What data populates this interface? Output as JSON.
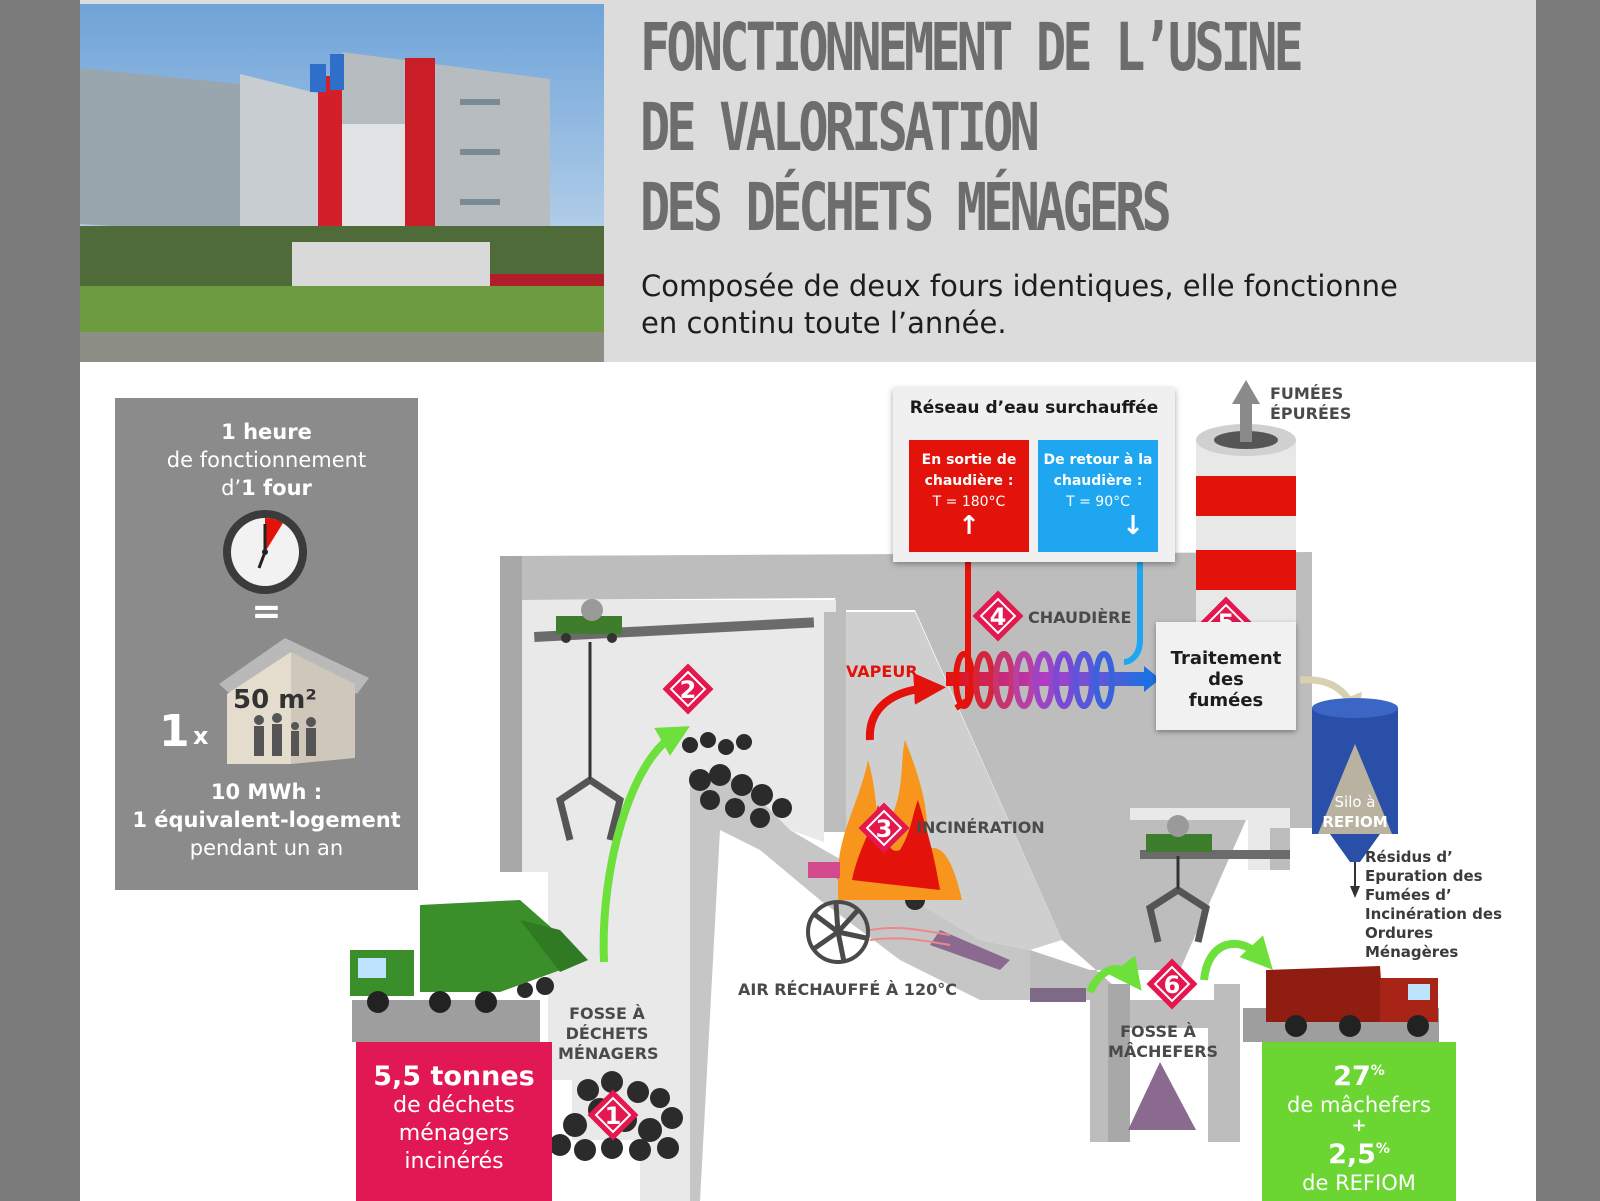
{
  "header": {
    "title_lines": [
      "FONCTIONNEMENT DE L’USINE",
      "DE VALORISATION",
      "DES DÉCHETS MÉNAGERS"
    ],
    "subtitle_lines": [
      "Composée de deux fours identiques, elle fonctionne",
      "en continu toute l’année."
    ]
  },
  "equivalence": {
    "line1": "1 heure",
    "line2": "de fonctionnement",
    "line3_prefix": "d’",
    "line3_bold": "1 four",
    "equals": "=",
    "multiplier": "1",
    "times": "x",
    "area": "50 m²",
    "mwh": "10 MWh :",
    "logement": "1 équivalent-logement",
    "duration": "pendant un an"
  },
  "reseau": {
    "title": "Réseau d’eau surchauffée",
    "sortie_lines": [
      "En sortie de",
      "chaudière :",
      "T = 180°C"
    ],
    "retour_lines": [
      "De retour à la",
      "chaudière :",
      "T = 90°C"
    ]
  },
  "labels": {
    "fumees_lines": [
      "FUMÉES",
      "ÉPURÉES"
    ],
    "chaudiere": "CHAUDIÈRE",
    "vapeur": "VAPEUR",
    "incineration": "INCINÉRATION",
    "air": "AIR RÉCHAUFFÉ À 120°C",
    "fosse_dechets_lines": [
      "FOSSE À",
      "DÉCHETS",
      "MÉNAGERS"
    ],
    "fosse_machefers_lines": [
      "FOSSE À",
      "MÂCHEFERS"
    ],
    "traitement_lines": [
      "Traitement",
      "des",
      "fumées"
    ],
    "silo_lines": [
      "Silo à",
      "REFIOM"
    ],
    "refiom_lines": [
      "Résidus d’",
      "Epuration des",
      "Fumées d’",
      "Incinération des",
      "Ordures",
      "Ménagères"
    ]
  },
  "steps": [
    "1",
    "2",
    "3",
    "4",
    "5",
    "6"
  ],
  "inputs": {
    "tonnes": "5,5 tonnes",
    "lines": [
      "de déchets",
      "ménagers",
      "incinérés"
    ]
  },
  "outputs": {
    "machefers_value": "27",
    "machefers_unit": "%",
    "machefers_label": "de mâchefers",
    "plus": "+",
    "refiom_value": "2,5",
    "refiom_unit": "%",
    "refiom_label": "de REFIOM"
  },
  "colors": {
    "step_red": "#e4174f",
    "arrow_green": "#6ee03b",
    "building_grey": "#bdbdbd",
    "hot_red": "#e3120b",
    "cold_blue": "#1ea7f0"
  }
}
